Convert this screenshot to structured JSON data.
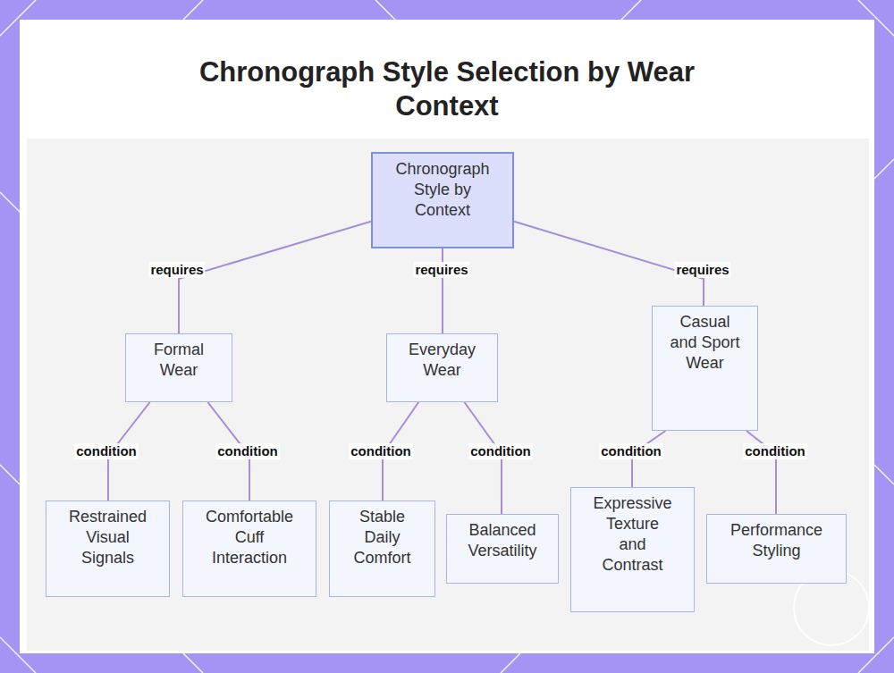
{
  "diagram": {
    "title": "Chronograph Style Selection by Wear Context",
    "nodes": [
      {
        "text": [
          "Chronograph Style by Context"
        ]
      },
      {
        "text": [
          "Formal Wear"
        ]
      },
      {
        "text": [
          "Everyday Wear"
        ]
      },
      {
        "text": [
          "Casual and Sport Wear"
        ]
      },
      {
        "text": [
          "Restrained Visual Signals"
        ]
      },
      {
        "text": [
          "Comfortable Cuff Interaction"
        ]
      },
      {
        "text": [
          "Stable Daily Comfort"
        ]
      },
      {
        "text": [
          "Balanced Versatility"
        ]
      },
      {
        "text": [
          "Expressive Texture and Contrast"
        ]
      },
      {
        "text": [
          "Performance Styling"
        ]
      }
    ],
    "edges": [
      {
        "from": 0,
        "to": 1,
        "label": "requires",
        "arrow": "none"
      },
      {
        "from": 0,
        "to": 2,
        "label": "requires",
        "arrow": "none"
      },
      {
        "from": 0,
        "to": 3,
        "label": "requires",
        "arrow": "none"
      },
      {
        "from": 1,
        "to": 4,
        "label": "condition",
        "arrow": "none"
      },
      {
        "from": 1,
        "to": 5,
        "label": "condition",
        "arrow": "none"
      },
      {
        "from": 2,
        "to": 6,
        "label": "condition",
        "arrow": "none"
      },
      {
        "from": 2,
        "to": 7,
        "label": "condition",
        "arrow": "none"
      },
      {
        "from": 3,
        "to": 8,
        "label": "condition",
        "arrow": "none"
      },
      {
        "from": 3,
        "to": 9,
        "label": "condition",
        "arrow": "none"
      }
    ]
  }
}
